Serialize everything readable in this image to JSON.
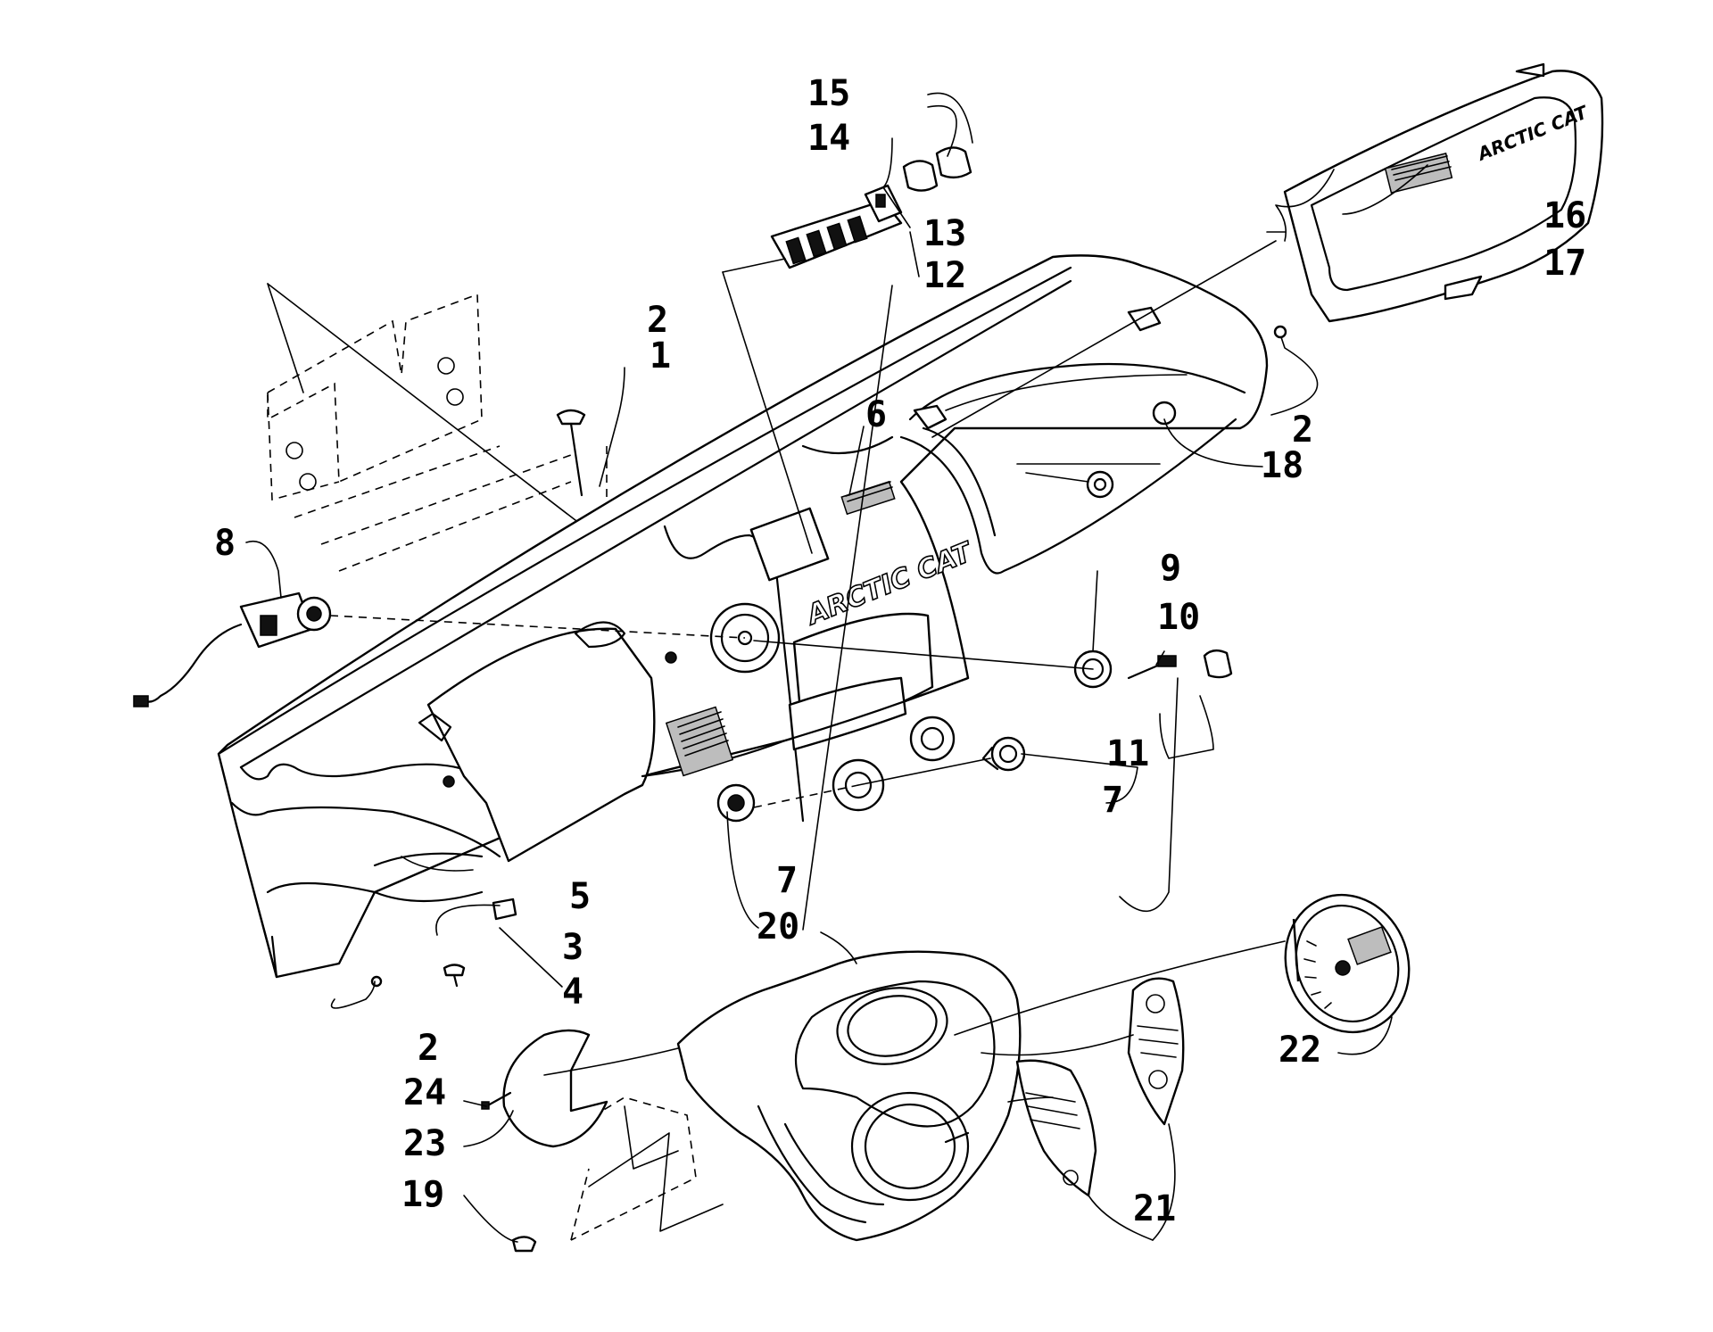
{
  "brand_text": "ARCTIC CAT",
  "callouts": {
    "c1": "1",
    "c2a": "2",
    "c2b": "2",
    "c2c": "2",
    "c3": "3",
    "c4": "4",
    "c5": "5",
    "c6": "6",
    "c7a": "7",
    "c7b": "7",
    "c8": "8",
    "c9": "9",
    "c10": "10",
    "c11": "11",
    "c12": "12",
    "c13": "13",
    "c14": "14",
    "c15": "15",
    "c16": "16",
    "c17": "17",
    "c18": "18",
    "c19": "19",
    "c20": "20",
    "c21": "21",
    "c22": "22",
    "c23": "23",
    "c24": "24"
  }
}
